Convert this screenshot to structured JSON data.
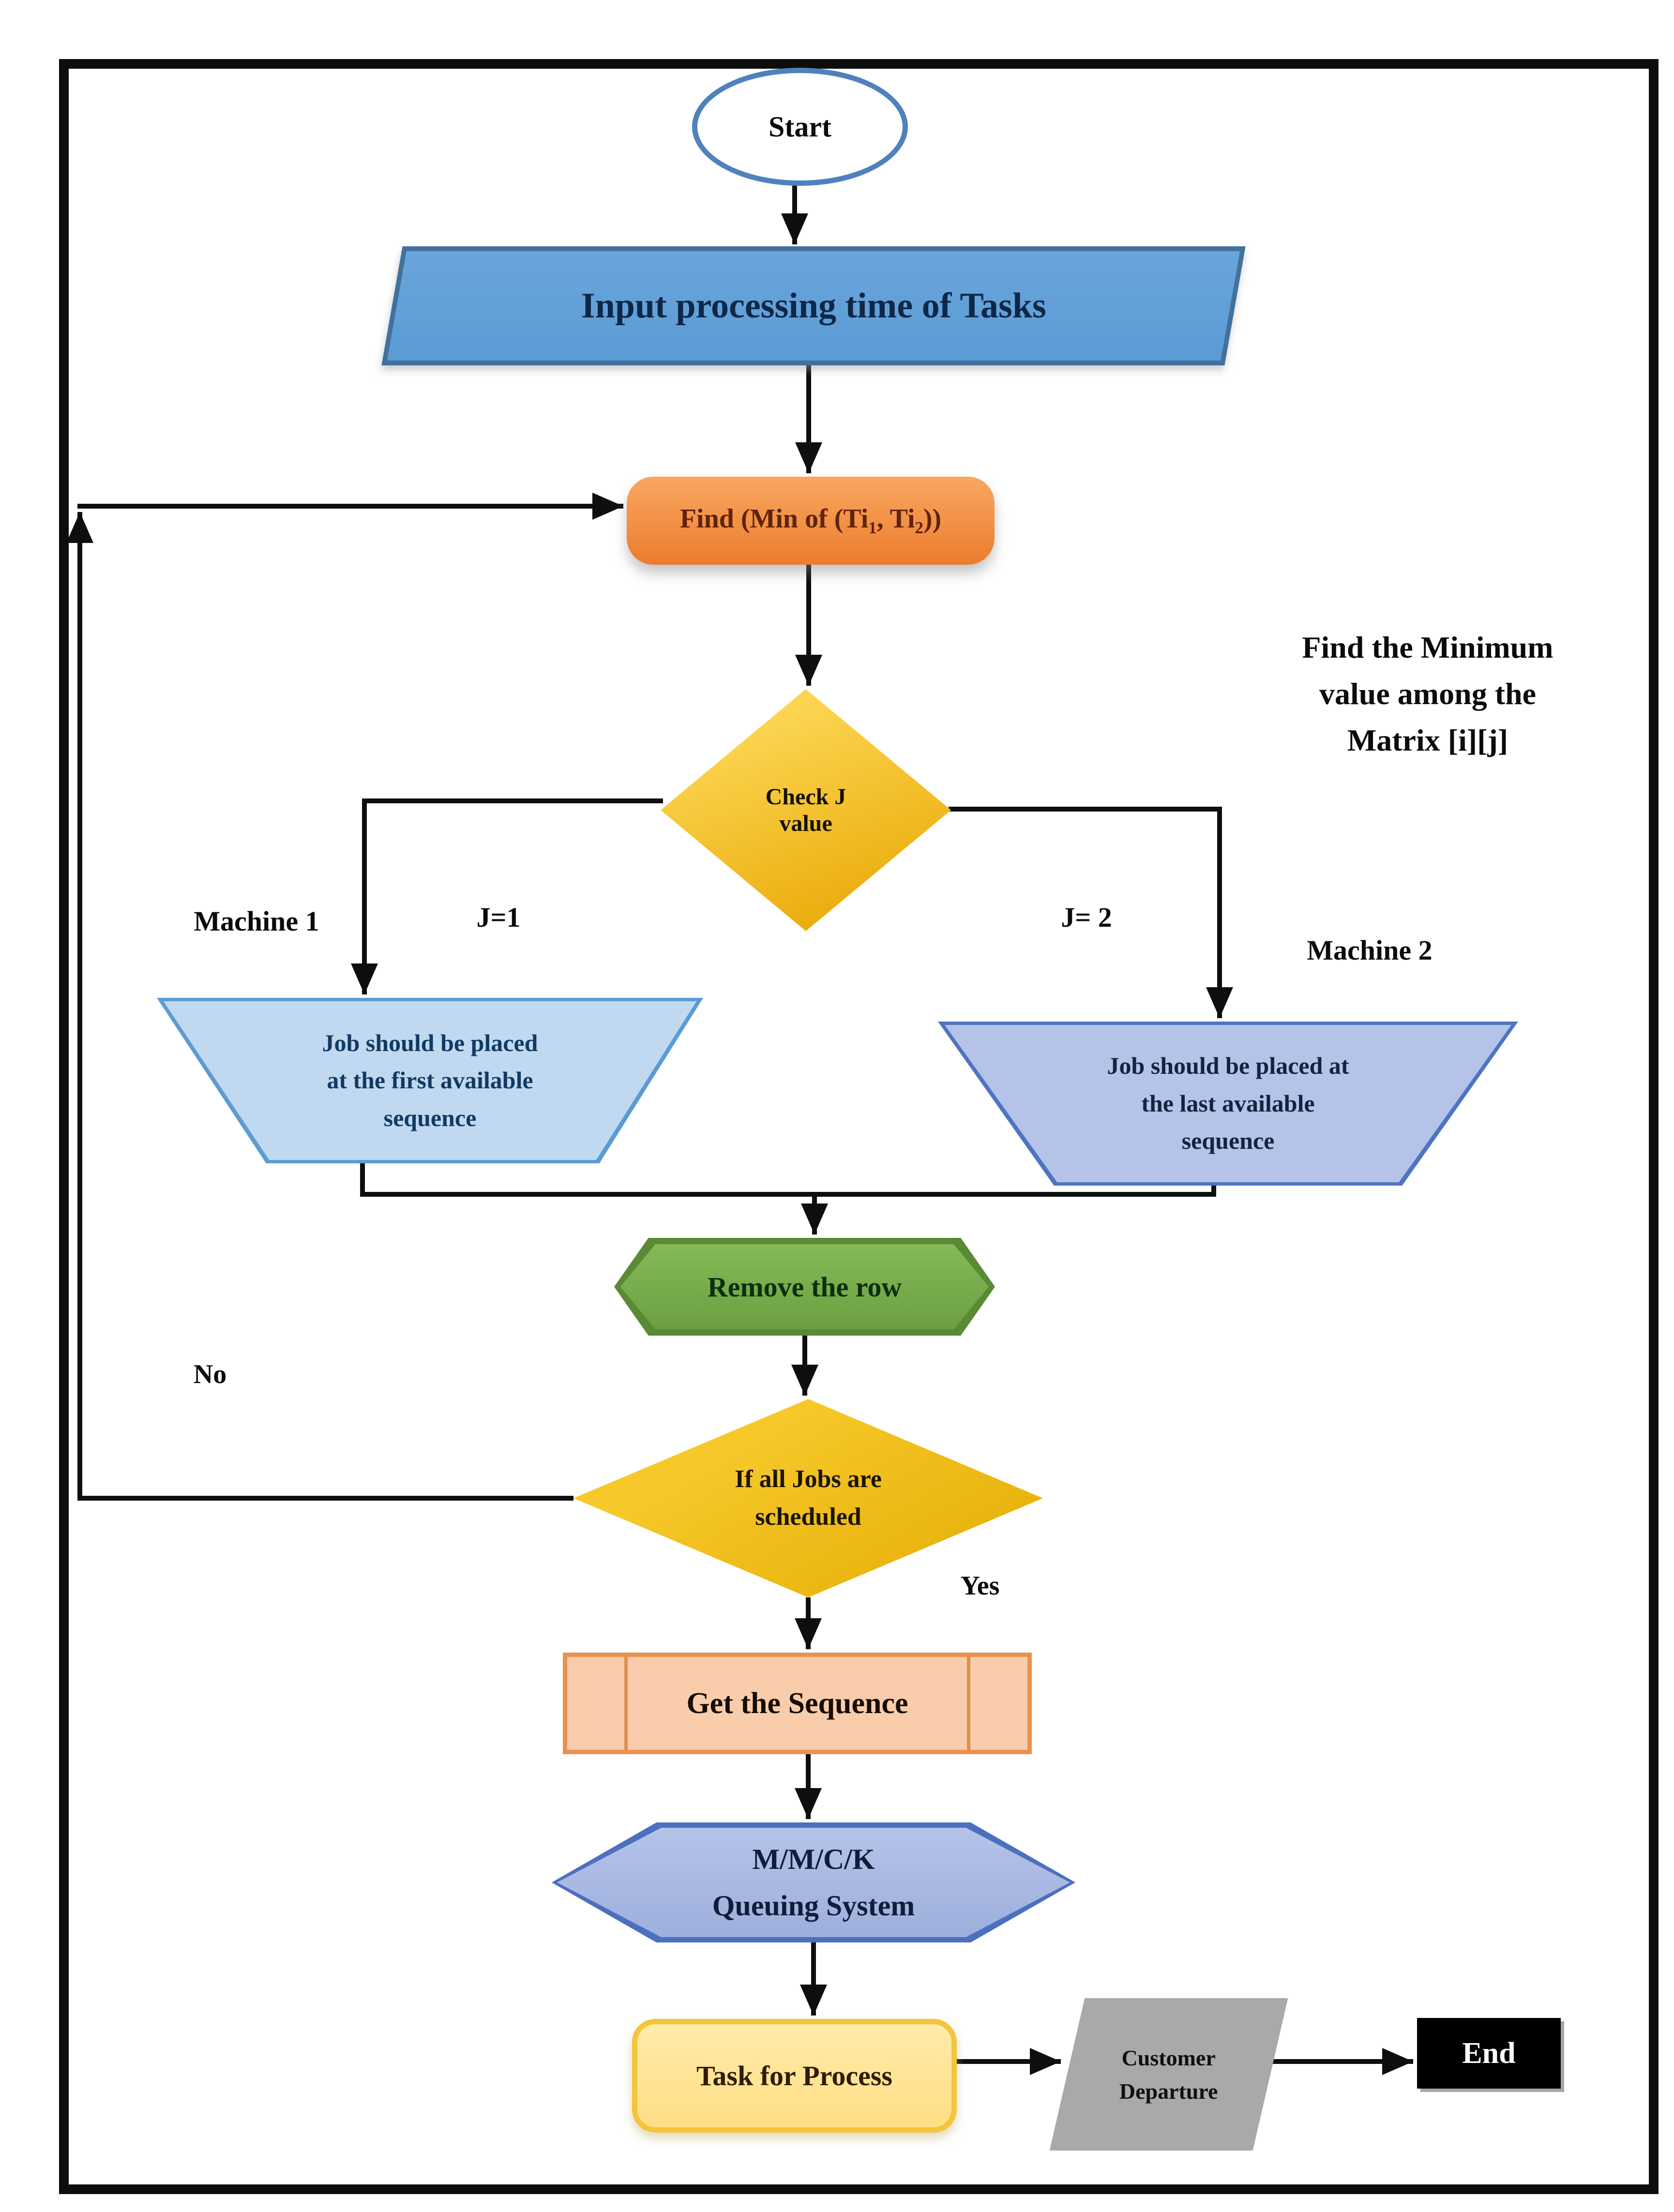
{
  "flowchart": {
    "nodes": {
      "start": "Start",
      "input": "Input processing time of Tasks",
      "find_pre": "Find (Min of (Ti",
      "find_sub1": "1",
      "find_mid": ", Ti",
      "find_sub2": "2",
      "find_post": "))",
      "check_j": "Check J\nvalue",
      "left_trap": "Job should be placed\nat the first available\nsequence",
      "right_trap": "Job should be placed at\nthe last available\nsequence",
      "remove_row": "Remove the row",
      "all_jobs": "If all Jobs are\nscheduled",
      "get_sequence": "Get the Sequence",
      "mmck": "M/M/C/K\nQueuing System",
      "task": "Task for Process",
      "customer": "Customer\nDeparture",
      "end": "End"
    },
    "labels": {
      "machine1": "Machine 1",
      "j1": "J=1",
      "j2": "J= 2",
      "machine2": "Machine 2",
      "annotation": "Find the Minimum\nvalue among the\nMatrix [i][j]",
      "no": "No",
      "yes": "Yes"
    },
    "colors": {
      "input_blue": "#5b9bd5",
      "find_orange": "#ed7d31",
      "decision_gold": "#eaa702",
      "left_trap_blue": "#c0d9f0",
      "right_trap_periwinkle": "#b5c3e8",
      "remove_green": "#70ad47",
      "get_sequence_peach": "#f9cdab",
      "mmck_periwinkle": "#aab9e2",
      "task_yellow": "#ffe699",
      "customer_gray": "#a9a9a9",
      "end_black": "#000000",
      "connector": "#0e0e0e"
    }
  }
}
